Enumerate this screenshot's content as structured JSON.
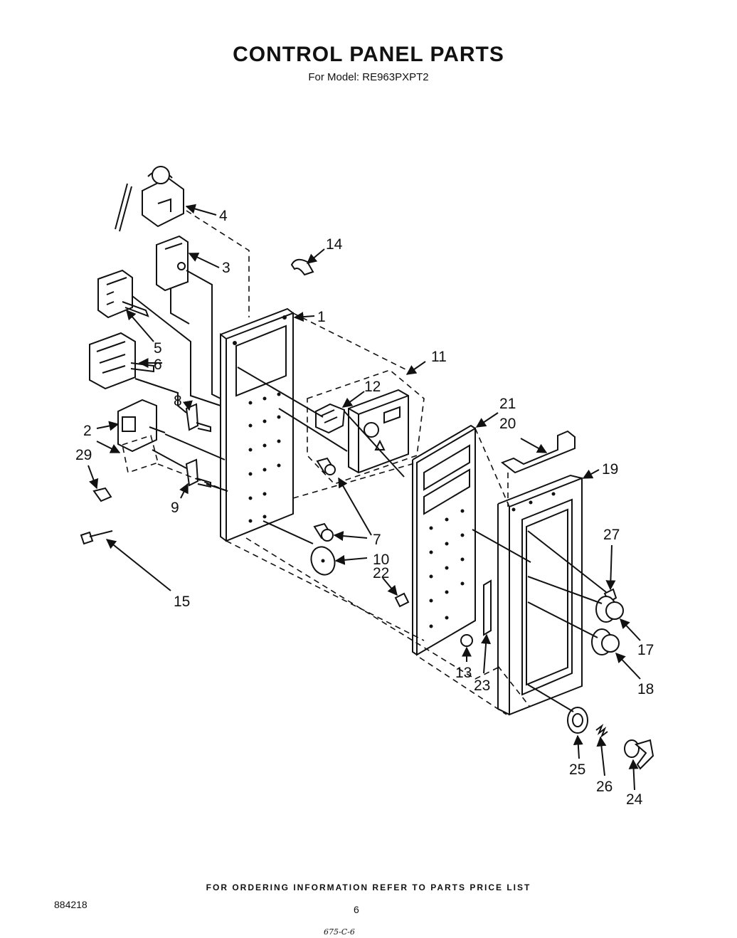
{
  "header": {
    "title": "CONTROL PANEL PARTS",
    "subtitle": "For Model: RE963PXPT2"
  },
  "parts": [
    {
      "id": "callout-1",
      "label": "1"
    },
    {
      "id": "callout-2",
      "label": "2"
    },
    {
      "id": "callout-3",
      "label": "3"
    },
    {
      "id": "callout-4",
      "label": "4"
    },
    {
      "id": "callout-5",
      "label": "5"
    },
    {
      "id": "callout-6",
      "label": "6"
    },
    {
      "id": "callout-7",
      "label": "7"
    },
    {
      "id": "callout-8",
      "label": "8"
    },
    {
      "id": "callout-9",
      "label": "9"
    },
    {
      "id": "callout-10",
      "label": "10"
    },
    {
      "id": "callout-11",
      "label": "11"
    },
    {
      "id": "callout-12",
      "label": "12"
    },
    {
      "id": "callout-13",
      "label": "13"
    },
    {
      "id": "callout-14",
      "label": "14"
    },
    {
      "id": "callout-15",
      "label": "15"
    },
    {
      "id": "callout-17",
      "label": "17"
    },
    {
      "id": "callout-18",
      "label": "18"
    },
    {
      "id": "callout-19",
      "label": "19"
    },
    {
      "id": "callout-20",
      "label": "20"
    },
    {
      "id": "callout-21",
      "label": "21"
    },
    {
      "id": "callout-22",
      "label": "22"
    },
    {
      "id": "callout-23",
      "label": "23"
    },
    {
      "id": "callout-24",
      "label": "24"
    },
    {
      "id": "callout-25",
      "label": "25"
    },
    {
      "id": "callout-26",
      "label": "26"
    },
    {
      "id": "callout-27",
      "label": "27"
    },
    {
      "id": "callout-29",
      "label": "29"
    }
  ],
  "footer": {
    "ordering_note": "FOR ORDERING INFORMATION REFER TO PARTS PRICE LIST",
    "doc_id": "884218",
    "page": "6",
    "ref_code": "675-C-6"
  }
}
